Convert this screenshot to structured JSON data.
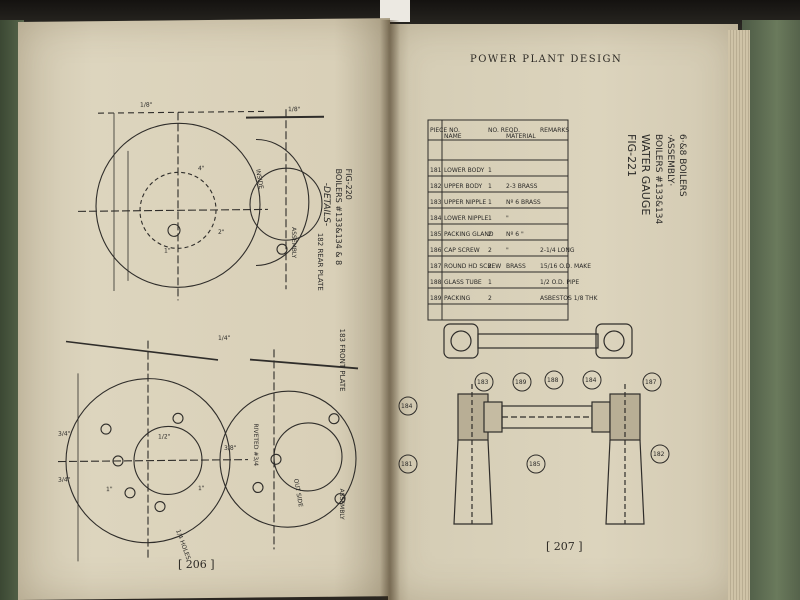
{
  "book": {
    "running_head": "POWER PLANT DESIGN",
    "left_page_number": "[ 206 ]",
    "right_page_number": "[ 207 ]"
  },
  "right_page": {
    "figure_caption": {
      "line1": "FIG-221",
      "line2": "WATER GAUGE",
      "line3": "BOILERS #133&134",
      "line4": "·ASSEMBLY·",
      "line5": "6·&8 BOILERS"
    },
    "parts_table": {
      "headers": [
        "PIECE NO.",
        "NAME",
        "NO. REQD.",
        "MATERIAL",
        "REMARKS"
      ],
      "rows": [
        [
          "181",
          "LOWER BODY",
          "1",
          "",
          ""
        ],
        [
          "182",
          "UPPER BODY",
          "1",
          "2-3 BRASS",
          ""
        ],
        [
          "183",
          "UPPER NIPPLE",
          "1",
          "Nº 6 BRASS",
          ""
        ],
        [
          "184",
          "LOWER NIPPLE",
          "1",
          "\"",
          ""
        ],
        [
          "185",
          "PACKING GLAND",
          "2",
          "Nº 6 \"",
          ""
        ],
        [
          "186",
          "CAP SCREW",
          "2",
          "\"",
          "2-1/4 LONG"
        ],
        [
          "187",
          "ROUND HD SCREW",
          "2",
          "BRASS",
          "15/16 O.D. MAKE"
        ],
        [
          "188",
          "GLASS TUBE",
          "1",
          "",
          "1/2 O.D. PIPE"
        ],
        [
          "189",
          "PACKING",
          "2",
          "",
          "ASBESTOS 1/8 THK"
        ]
      ]
    },
    "balloons": [
      "184",
      "183",
      "189",
      "188",
      "184",
      "187",
      "181",
      "185",
      "182"
    ]
  },
  "left_page": {
    "figure_caption": {
      "line1": "FIG-220",
      "line2": "BOILERS #133&134 & 8",
      "line3": "-DETAILS-"
    },
    "part_labels": [
      "182 REAR PLATE",
      "ASSEMBLY",
      "183 FRONT PLATE",
      "ASSEMBLY"
    ],
    "dimension_labels": [
      "1/8\"",
      "4\"",
      "1\"",
      "2\"",
      "1\"",
      "1/2\"",
      "3/4\"",
      "3/4\"",
      "1/4\"",
      "1\"",
      "3/8\"",
      "1/8\""
    ],
    "callouts": [
      "RIVETED #3/4",
      "1/4 HOLES",
      "OUT SIDE",
      "INSIDE"
    ]
  }
}
